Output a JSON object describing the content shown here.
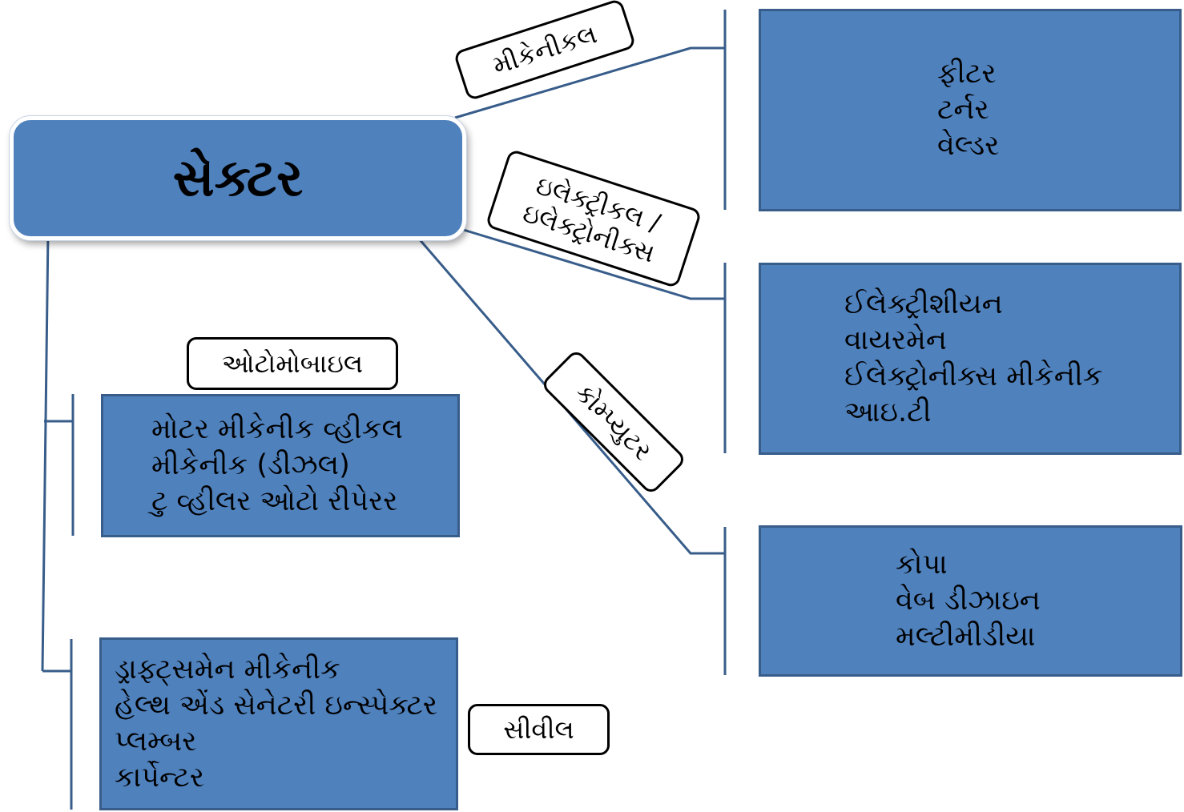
{
  "root": {
    "label": "સેક્ટર"
  },
  "categories": {
    "mechanical": {
      "label": "મીકેનીકલ",
      "trades": [
        "ફીટર",
        "ટર્નર",
        "વેલ્ડર"
      ]
    },
    "electrical": {
      "label_line1": "ઇલેક્ટ્રીકલ /",
      "label_line2": "ઇલેક્ટ્રોનીક્સ",
      "trades": [
        "ઈલેક્ટ્રીશીયન",
        "વાયરમેન",
        "ઈલેક્ટ્રોનીક્સ મીકેનીક",
        "આઇ.ટી"
      ]
    },
    "computer": {
      "label": "કોમ્પ્યુટર",
      "trades": [
        "કોપા",
        "વેબ ડીઝાઇન",
        "મલ્ટીમીડીયા"
      ]
    },
    "automobile": {
      "label": "ઓટોમોબાઇલ",
      "trades": [
        "મોટર મીકેનીક વ્હીકલ",
        "મીકેનીક (ડીઝલ)",
        "ટુ વ્હીલર ઓટો રીપેરર"
      ]
    },
    "civil": {
      "label": "સીવીલ",
      "trades": [
        "ડ્રાફ્ટ્સમેન મીકેનીક",
        "હેલ્થ એંડ સેનેટરી ઇન્સ્પેક્ટર",
        "પ્લમ્બર",
        "કાર્પેન્ટર"
      ]
    }
  },
  "colors": {
    "box_fill": "#4f81bd",
    "box_border": "#385d8a",
    "line": "#385d8a"
  }
}
